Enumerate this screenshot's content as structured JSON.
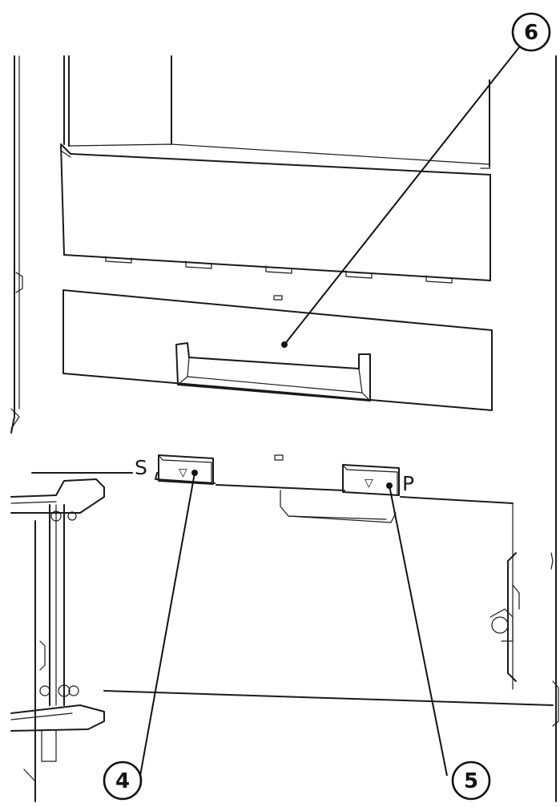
{
  "callouts": [
    {
      "id": "drawer",
      "label": "6"
    },
    {
      "id": "switch-s",
      "label": "4"
    },
    {
      "id": "switch-p",
      "label": "5"
    }
  ],
  "switch_labels": {
    "left": "S",
    "right": "P"
  },
  "switch_symbol": "▽",
  "colors": {
    "line": "#1a1a1a",
    "background": "#ffffff"
  }
}
